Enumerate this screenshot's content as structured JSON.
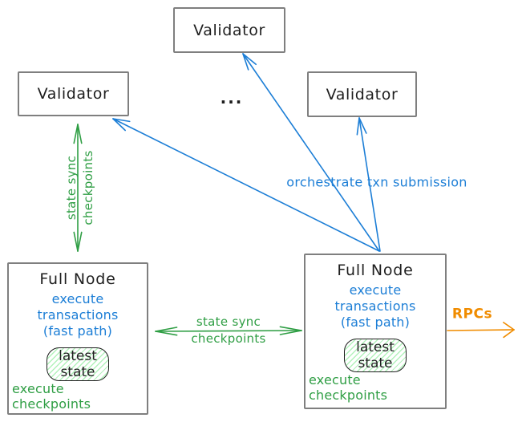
{
  "diagram": {
    "colors": {
      "blue": "#1c7ed6",
      "green": "#2f9e44",
      "orange": "#f08c00",
      "border": "#7f7f7f",
      "ink": "#1e1e1e",
      "state_fill": "#b2f2bb"
    },
    "validators": [
      {
        "label": "Validator"
      },
      {
        "label": "Validator"
      },
      {
        "label": "Validator"
      }
    ],
    "ellipsis": "...",
    "full_nodes": [
      {
        "title": "Full Node",
        "execute_transactions": "execute transactions",
        "fast_path": "(fast path)",
        "state_box": [
          "latest",
          "state"
        ],
        "execute_checkpoints": "execute checkpoints"
      },
      {
        "title": "Full Node",
        "execute_transactions": "execute transactions",
        "fast_path": "(fast path)",
        "state_box": [
          "latest",
          "state"
        ],
        "execute_checkpoints": "execute checkpoints"
      }
    ],
    "edge_labels": {
      "state_sync_vertical": [
        "state sync",
        "checkpoints"
      ],
      "state_sync_horizontal": [
        "state sync",
        "checkpoints"
      ],
      "orchestrate": "orchestrate txn submission",
      "rpcs": "RPCs"
    }
  }
}
